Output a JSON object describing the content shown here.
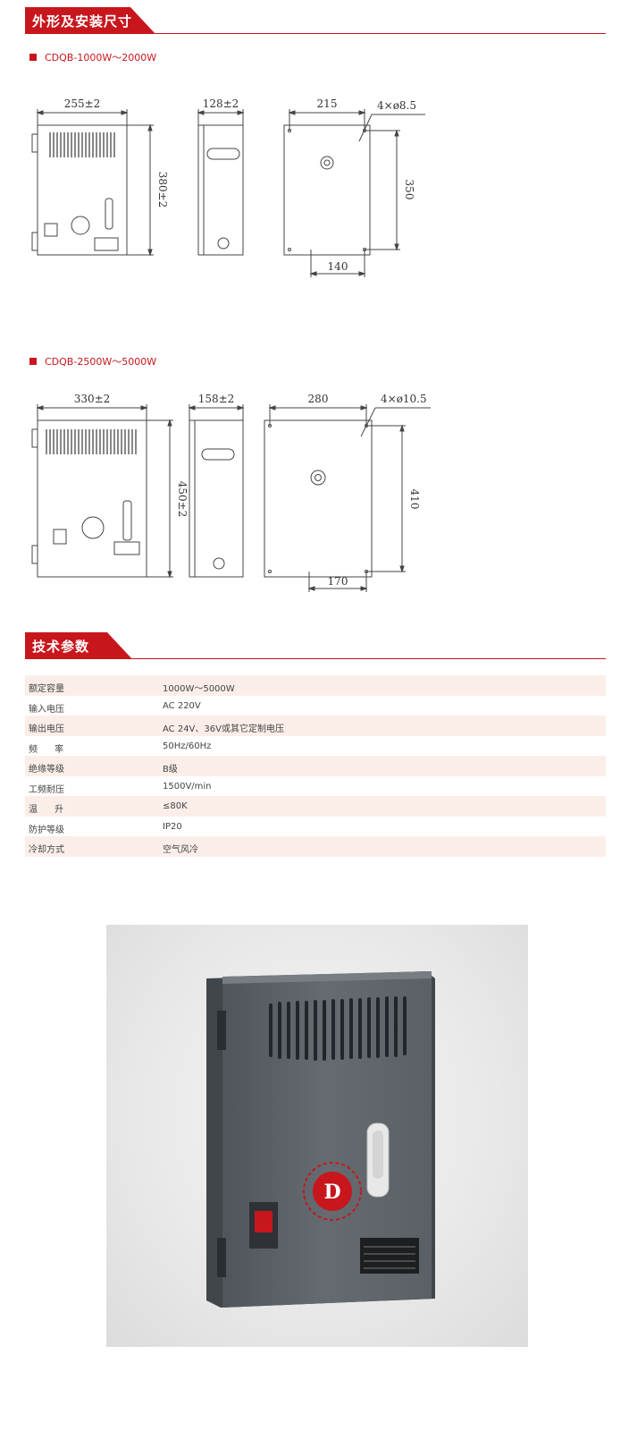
{
  "section1": {
    "title": "外形及安装尺寸"
  },
  "models": [
    {
      "label": "CDQB-1000W～2000W",
      "dims": {
        "width": "255±2",
        "depth": "128±2",
        "height": "380±2",
        "mount_w": "215",
        "mount_h": "350",
        "mount_bottom": "140",
        "holes": "4×ø8.5"
      }
    },
    {
      "label": "CDQB-2500W～5000W",
      "dims": {
        "width": "330±2",
        "depth": "158±2",
        "height": "450±2",
        "mount_w": "280",
        "mount_h": "410",
        "mount_bottom": "170",
        "holes": "4×ø10.5"
      }
    }
  ],
  "section2": {
    "title": "技术参数"
  },
  "params": [
    {
      "key": "额定容量",
      "value": "1000W～5000W"
    },
    {
      "key": "输入电压",
      "value": "AC  220V"
    },
    {
      "key": "输出电压",
      "value": "AC  24V、36V或其它定制电压"
    },
    {
      "key": "频      率",
      "value": "50Hz/60Hz"
    },
    {
      "key": "绝缘等级",
      "value": "B级"
    },
    {
      "key": "工频耐压",
      "value": "1500V/min"
    },
    {
      "key": "温      升",
      "value": "≤80K"
    },
    {
      "key": "防护等级",
      "value": "IP20"
    },
    {
      "key": "冷却方式",
      "value": "空气风冷"
    }
  ],
  "colors": {
    "accent": "#c8161d",
    "row_alt": "#fbeee9",
    "cabinet": "#5e6469"
  }
}
